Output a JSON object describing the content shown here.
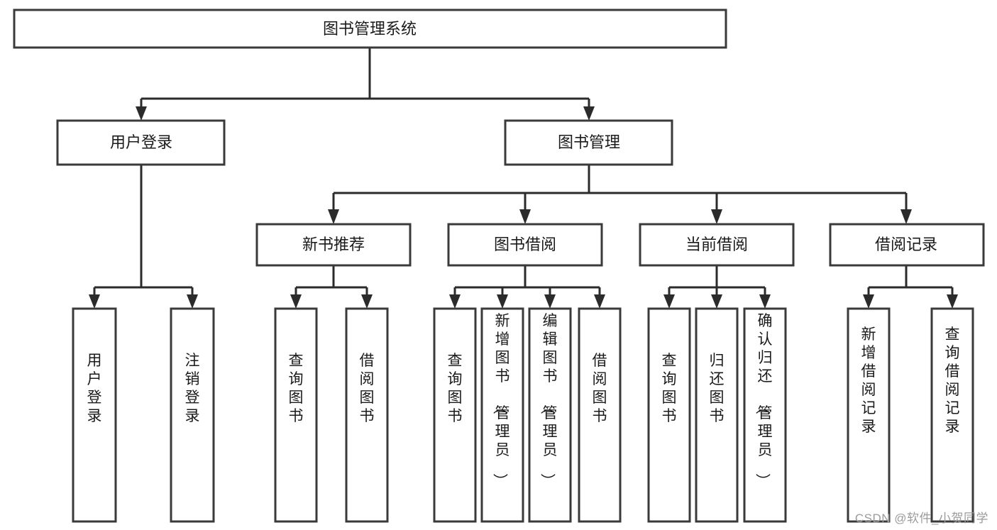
{
  "diagram": {
    "title": "图书管理系统",
    "type": "hierarchy-tree",
    "watermark": "CSDN @软件_小贺同学",
    "colors": {
      "box_stroke": "#3a3a3a",
      "box_fill": "#ffffff",
      "connector": "#2b2b2b",
      "text": "#1a1a1a",
      "watermark": "#9b9b9b",
      "background": "#ffffff"
    },
    "levels": {
      "root": {
        "label": "图书管理系统"
      },
      "level1": [
        {
          "label": "用户登录"
        },
        {
          "label": "图书管理"
        }
      ],
      "level2": [
        {
          "label": "新书推荐"
        },
        {
          "label": "图书借阅"
        },
        {
          "label": "当前借阅"
        },
        {
          "label": "借阅记录"
        }
      ],
      "leaves": [
        {
          "label": "用户登录",
          "parent": "用户登录"
        },
        {
          "label": "注销登录",
          "parent": "用户登录"
        },
        {
          "label": "查询图书",
          "parent": "新书推荐"
        },
        {
          "label": "借阅图书",
          "parent": "新书推荐"
        },
        {
          "label": "查询图书",
          "parent": "图书借阅"
        },
        {
          "label": "新增图书（管理员）",
          "parent": "图书借阅"
        },
        {
          "label": "编辑图书（管理员）",
          "parent": "图书借阅"
        },
        {
          "label": "借阅图书",
          "parent": "图书借阅"
        },
        {
          "label": "查询图书",
          "parent": "当前借阅"
        },
        {
          "label": "归还图书",
          "parent": "当前借阅"
        },
        {
          "label": "确认归还（管理员）",
          "parent": "当前借阅"
        },
        {
          "label": "新增借阅记录",
          "parent": "借阅记录"
        },
        {
          "label": "查询借阅记录",
          "parent": "借阅记录"
        }
      ]
    }
  }
}
